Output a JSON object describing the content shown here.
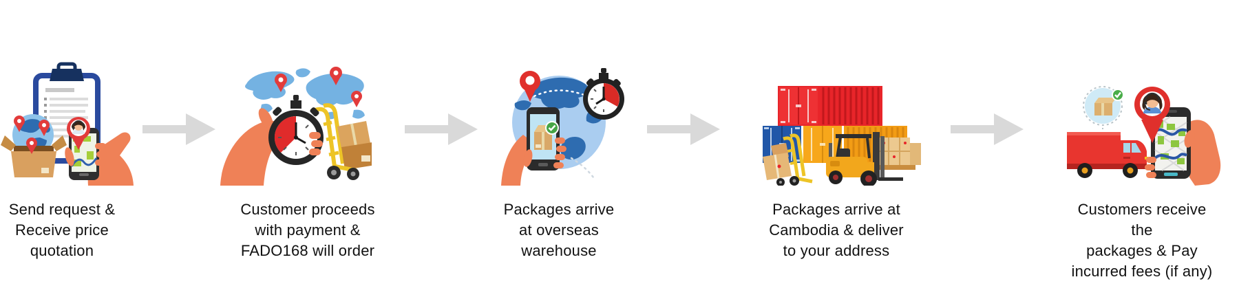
{
  "page": {
    "background_color": "#ffffff",
    "caption_color": "#111111"
  },
  "flow": {
    "arrow_color": "#d9d9d9",
    "steps": [
      {
        "id": 1,
        "caption_lines": [
          "Send request &",
          "Receive price",
          "quotation"
        ],
        "icons": [
          "clipboard-icon",
          "globe-in-box-icon",
          "location-pin-icon",
          "hand-phone-map-icon",
          "support-agent-pin-icon"
        ]
      },
      {
        "id": 2,
        "caption_lines": [
          "Customer proceeds",
          "with payment &",
          "FADO168 will order"
        ],
        "icons": [
          "world-map-icon",
          "location-pin-icon",
          "hand-stopwatch-icon",
          "hand-truck-boxes-icon"
        ]
      },
      {
        "id": 3,
        "caption_lines": [
          "Packages arrive",
          "at overseas",
          "warehouse"
        ],
        "icons": [
          "globe-icon",
          "location-pin-icon",
          "stopwatch-icon",
          "hand-phone-package-icon",
          "green-check-icon"
        ]
      },
      {
        "id": 4,
        "caption_lines": [
          "Packages arrive at",
          "Cambodia & deliver",
          "to your address"
        ],
        "icons": [
          "shipping-containers-icon",
          "forklift-icon",
          "hand-truck-boxes-icon",
          "pallet-boxes-icon"
        ]
      },
      {
        "id": 5,
        "caption_lines": [
          "Customers receive the",
          "packages & Pay",
          "incurred fees (if any)"
        ],
        "icons": [
          "package-bubble-check-icon",
          "delivery-truck-icon",
          "support-agent-pin-icon",
          "hand-phone-map-icon"
        ]
      }
    ],
    "colors": {
      "skin": "#ef8157",
      "pin_red": "#e23b3b",
      "globe_light": "#aacdf0",
      "globe_dark": "#2e6cb0",
      "cardboard": "#d9a05f",
      "container_red": "#e8252a",
      "container_blue": "#2157a8",
      "container_orange": "#f2a015",
      "forklift_yellow": "#f2a71c",
      "truck_red": "#e8352f",
      "handtruck_yellow": "#edc427",
      "check_green": "#49ad49",
      "map_green": "#8dc63f",
      "route_blue": "#2b57a5"
    }
  }
}
